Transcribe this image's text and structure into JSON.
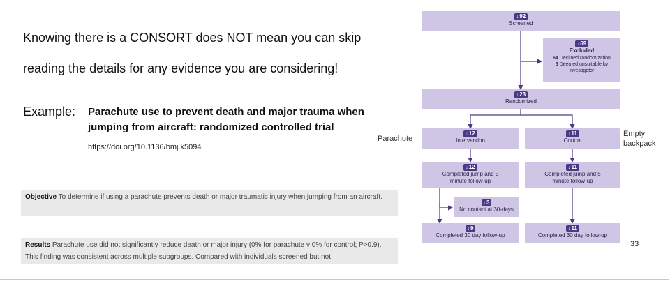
{
  "intro": {
    "line1": "Knowing there is a CONSORT does NOT mean you can skip",
    "line2": "reading the details for any evidence you are considering!"
  },
  "example": {
    "label": "Example:",
    "title": "Parachute use to prevent death and major trauma when jumping from aircraft: randomized controlled trial",
    "doi": "https://doi.org/10.1136/bmj.k5094"
  },
  "abstract": {
    "objective_label": "Objective",
    "objective_text": "To determine if using a parachute prevents death or major traumatic injury when jumping from an aircraft.",
    "results_label": "Results",
    "results_text": "Parachute use did not significantly reduce death or major injury (0% for parachute v 0% for control; P>0.9). This finding was consistent across multiple subgroups. Compared with individuals screened but not"
  },
  "flow": {
    "screened": {
      "n": "92",
      "label": "Screened"
    },
    "excluded": {
      "n": "69",
      "label": "Excluded",
      "r1n": "64",
      "r1": "Declined randomization",
      "r2n": "5",
      "r2": "Deemed unsuitable by investigator"
    },
    "randomized": {
      "n": "23",
      "label": "Randomized"
    },
    "intervention": {
      "n": "12",
      "label": "Intervention"
    },
    "control": {
      "n": "11",
      "label": "Control"
    },
    "int_followup": {
      "n": "12",
      "label": "Completed jump and 5 minute follow-up"
    },
    "ctl_followup": {
      "n": "11",
      "label": "Completed jump and 5 minute follow-up"
    },
    "no_contact": {
      "n": "3",
      "label": "No contact at 30-days"
    },
    "int_30day": {
      "n": "9",
      "label": "Completed 30 day follow-up"
    },
    "ctl_30day": {
      "n": "11",
      "label": "Completed 30 day follow-up"
    }
  },
  "labels": {
    "parachute": "Parachute",
    "empty_backpack": "Empty backpack"
  },
  "page_number": "33",
  "colors": {
    "box": "#cfc6e6",
    "badge": "#4a3a86",
    "arrow": "#4a3a86"
  }
}
